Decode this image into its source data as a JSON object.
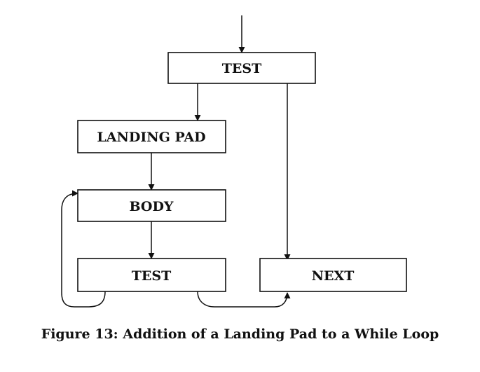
{
  "nodes": {
    "test_top": "TEST",
    "landing_pad": "LANDING PAD",
    "body": "BODY",
    "test_bottom": "TEST",
    "next": "NEXT"
  },
  "caption": "Figure 13: Addition of a Landing Pad to a While Loop"
}
